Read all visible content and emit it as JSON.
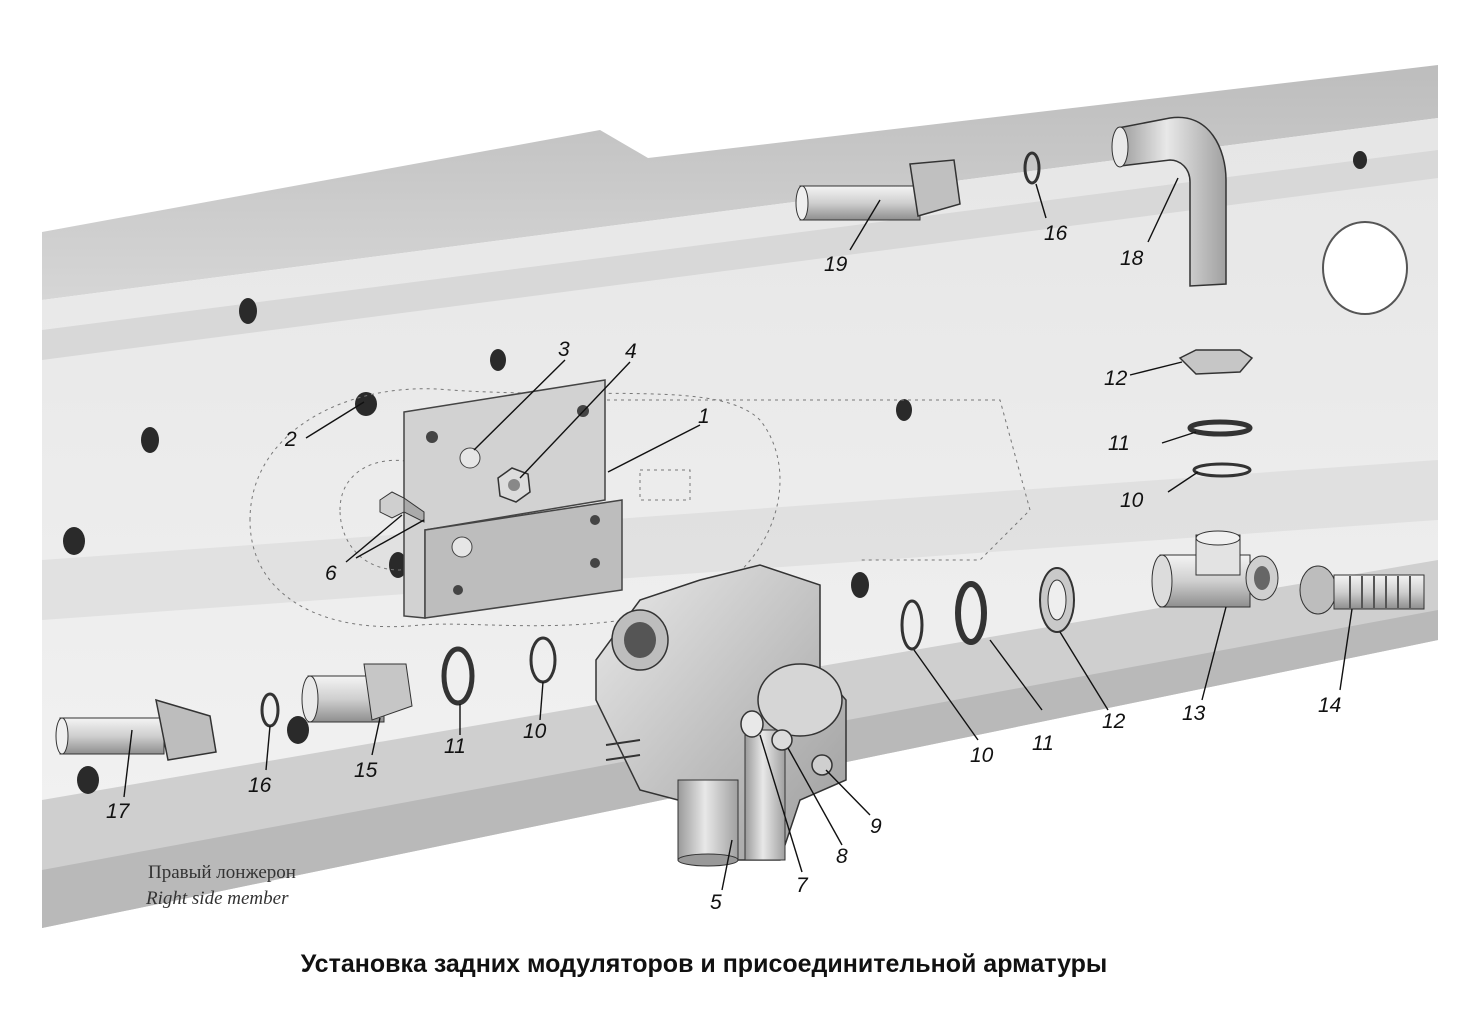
{
  "caption": "Установка задних модуляторов и присоединительной арматуры",
  "frame_label_ru": "Правый лонжерон",
  "frame_label_en": "Right side member",
  "callouts": {
    "c1": "1",
    "c2": "2",
    "c3": "3",
    "c4": "4",
    "c5": "5",
    "c6": "6",
    "c7": "7",
    "c8": "8",
    "c9": "9",
    "c10a": "10",
    "c10b": "10",
    "c10c": "10",
    "c11a": "11",
    "c11b": "11",
    "c11c": "11",
    "c12a": "12",
    "c12b": "12",
    "c13": "13",
    "c14": "14",
    "c15": "15",
    "c16a": "16",
    "c16b": "16",
    "c17": "17",
    "c18": "18",
    "c19": "19"
  }
}
